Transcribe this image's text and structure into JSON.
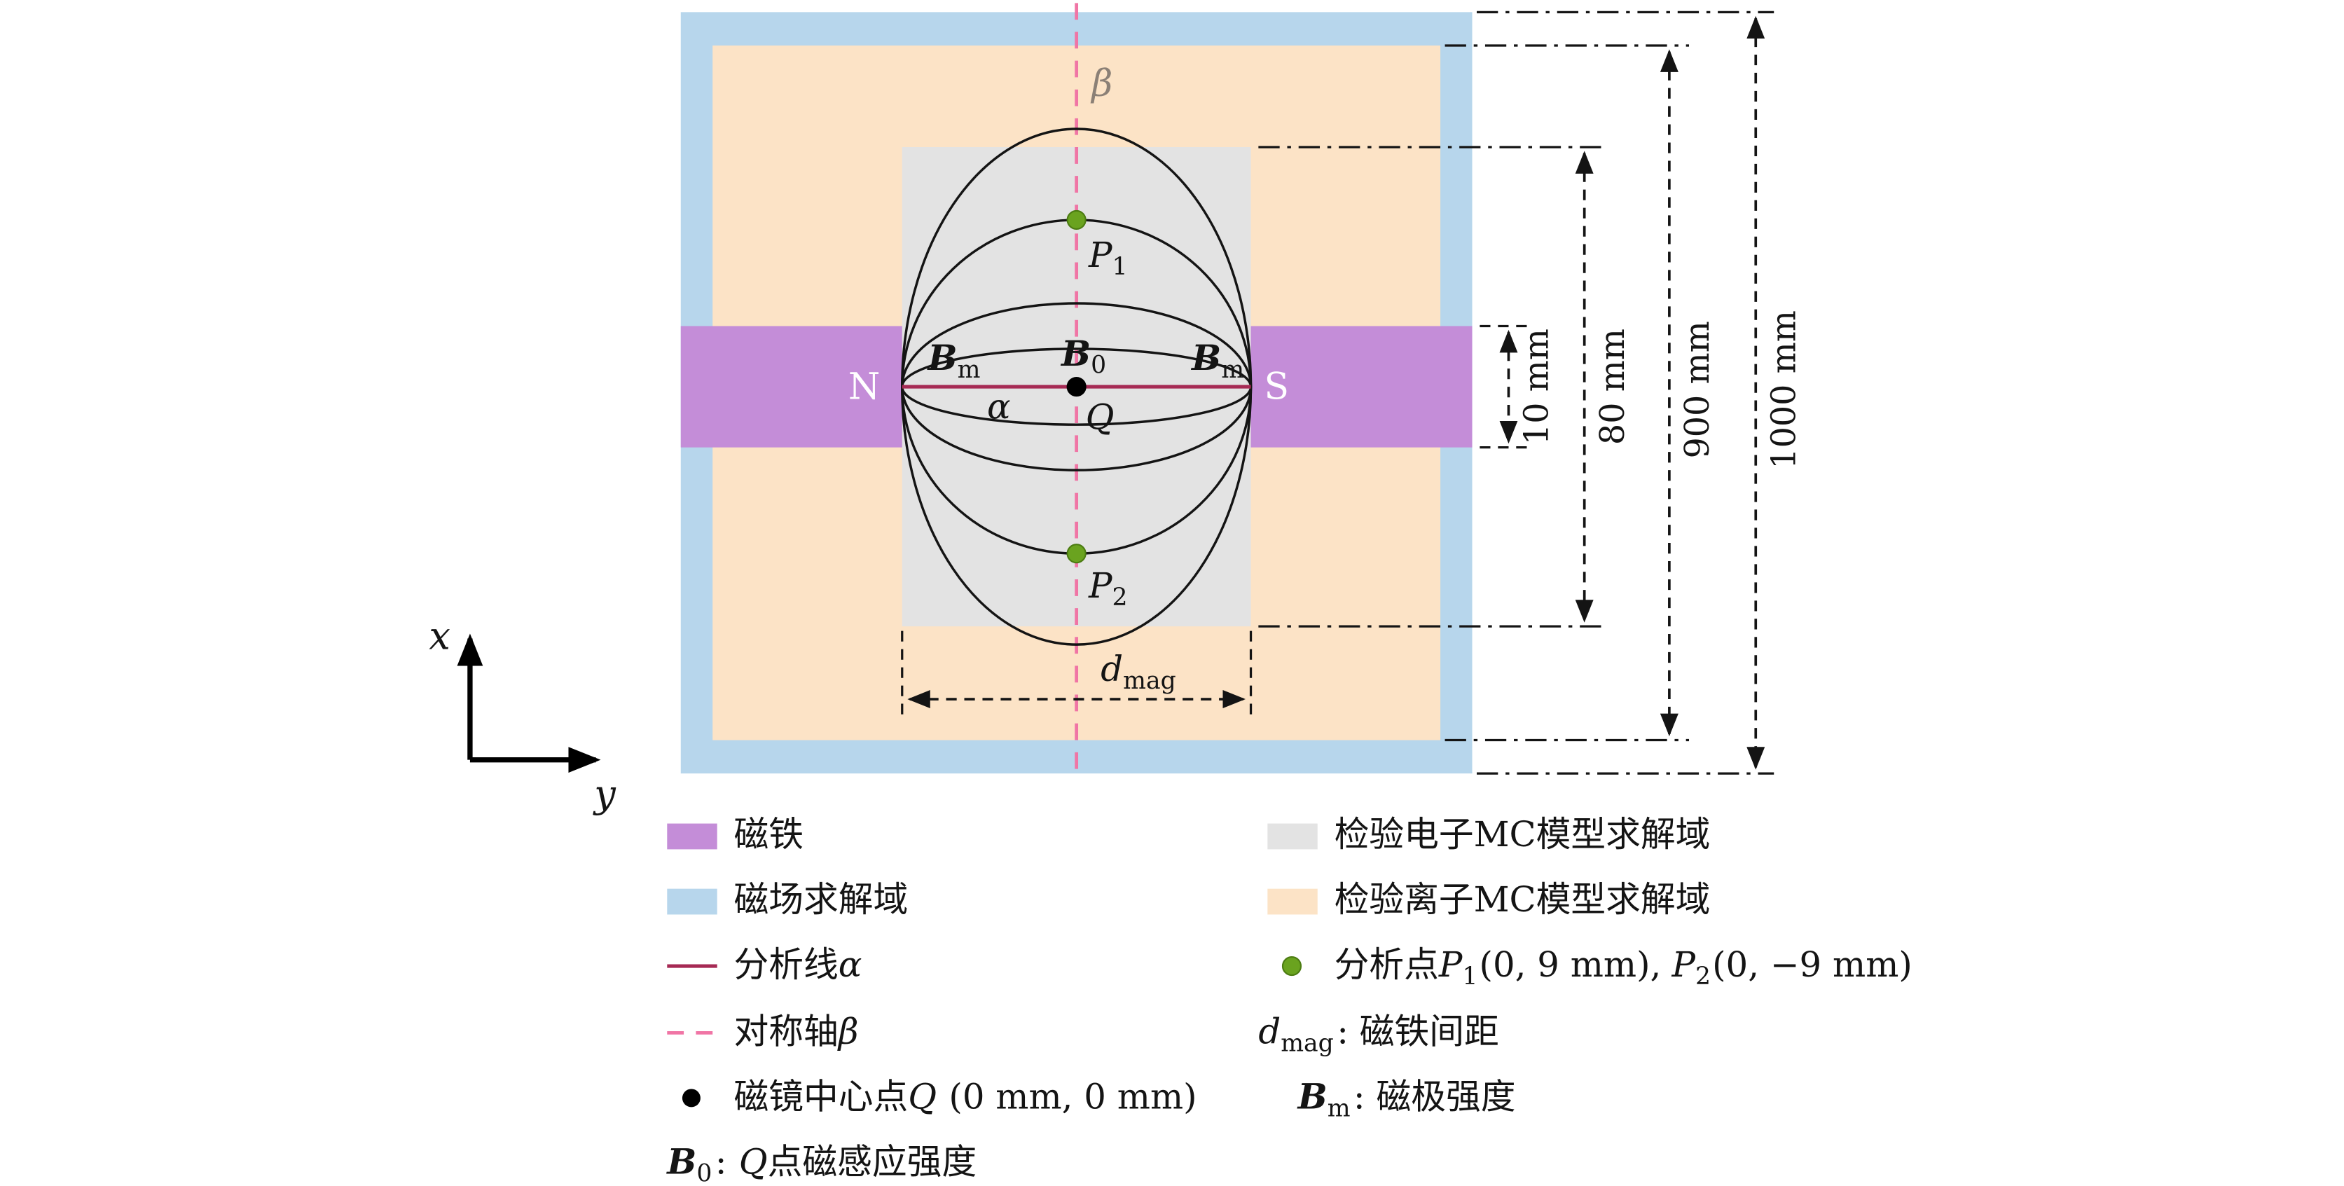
{
  "figure": {
    "pole_north": "N",
    "pole_south": "S",
    "axis_x": "x",
    "axis_y": "y",
    "line_alpha": "α",
    "line_beta": "β",
    "point_q": "Q",
    "b0": {
      "base": "B",
      "sub": "0"
    },
    "bm_left": {
      "base": "B",
      "sub": "m"
    },
    "bm_right": {
      "base": "B",
      "sub": "m"
    },
    "p1": {
      "base": "P",
      "sub": "1"
    },
    "p2": {
      "base": "P",
      "sub": "2"
    },
    "dmag": {
      "base": "d",
      "sub": "mag"
    },
    "dim_10": "10 mm",
    "dim_80": "80 mm",
    "dim_900": "900 mm",
    "dim_1000": "1000 mm"
  },
  "legend": {
    "magnet_label": "磁铁",
    "field_domain_label": "磁场求解域",
    "analysis_line": {
      "prefix": "分析线",
      "symbol": "α"
    },
    "symmetry_axis": {
      "prefix": "对称轴",
      "symbol": "β"
    },
    "center_point": {
      "prefix": "磁镜中心点",
      "symbol": "Q",
      "coords": "(0 mm, 0 mm)"
    },
    "b0_line": {
      "base": "B",
      "sub": "0",
      "colon": ":",
      "q": "Q",
      "desc": "点磁感应强度"
    },
    "electron_domain_label": "检验电子MC模型求解域",
    "ion_domain_label": "检验离子MC模型求解域",
    "analysis_points": {
      "prefix": "分析点",
      "p": "P",
      "sub1": "1",
      "coords1": "(0, 9 mm),",
      "sub2": "2",
      "coords2": "(0, −9 mm)"
    },
    "dmag_line": {
      "base": "d",
      "sub": "mag",
      "desc": ": 磁铁间距"
    },
    "bm_line": {
      "base": "B",
      "sub": "m",
      "desc": ": 磁极强度"
    }
  },
  "colors": {
    "magnet": "#c48dd8",
    "field_domain": "#b7d6ec",
    "electron_domain": "#e3e3e3",
    "ion_domain": "#fce3c6",
    "analysis_line": "#a62a54",
    "symmetry_axis": "#f075a5",
    "analysis_point": "#6aa31f",
    "center_point": "#000000",
    "beta_label": "#8b8076"
  }
}
